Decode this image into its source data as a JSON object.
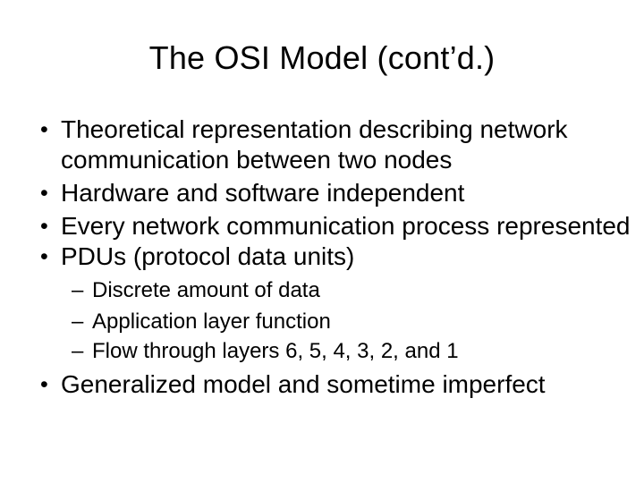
{
  "slide": {
    "title": "The OSI Model (cont’d.)",
    "bullet_glyph": "•",
    "sub_bullet_glyph": "–",
    "bullets": [
      {
        "level": 1,
        "text": "Theoretical representation describing network communication between two nodes"
      },
      {
        "level": 1,
        "text": "Hardware and software independent"
      },
      {
        "level": 1,
        "text": "Every network communication process represented"
      },
      {
        "level": 1,
        "text": "PDUs (protocol data units)"
      },
      {
        "level": 2,
        "text": "Discrete amount of data"
      },
      {
        "level": 2,
        "text": "Application layer function"
      },
      {
        "level": 2,
        "text": "Flow through layers 6, 5, 4, 3, 2, and 1"
      },
      {
        "level": 1,
        "text": "Generalized model and sometime imperfect"
      }
    ],
    "colors": {
      "background": "#ffffff",
      "text": "#000000"
    }
  }
}
